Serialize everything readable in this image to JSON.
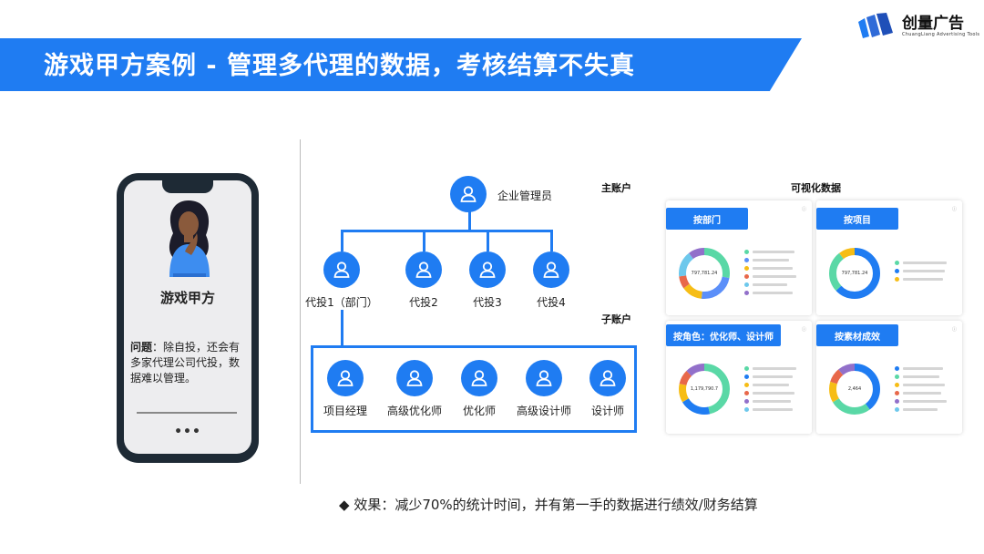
{
  "header": {
    "title": "游戏甲方案例 - 管理多代理的数据，考核结算不失真"
  },
  "logo": {
    "name": "创量广告",
    "sub": "ChuangLiang Advertising Tools"
  },
  "phone": {
    "person": "游戏甲方",
    "problem_label": "问题",
    "problem_text": "：除自投，还会有多家代理公司代投，数据难以管理。",
    "dots": "•••"
  },
  "org": {
    "admin": "企业管理员",
    "main_account": "主账户",
    "sub_account": "子账户",
    "agents": [
      "代投1（部门）",
      "代投2",
      "代投3",
      "代投4"
    ],
    "roles": [
      "项目经理",
      "高级优化师",
      "优化师",
      "高级设计师",
      "设计师"
    ]
  },
  "dashboard": {
    "title": "可视化数据",
    "cards": [
      {
        "tag": "按部门",
        "center": "797,781.24",
        "colors": [
          "#5ad8a6",
          "#5b8ff9",
          "#f6bd16",
          "#e8684a",
          "#6dc8ec",
          "#9270ca"
        ]
      },
      {
        "tag": "按项目",
        "center": "797,781.24",
        "colors": [
          "#5ad8a6",
          "#1f7cf2",
          "#f6bd16"
        ]
      },
      {
        "tag": "按角色：优化师、设计师",
        "center": "1,179,790.7",
        "colors": [
          "#5ad8a6",
          "#1f7cf2",
          "#f6bd16",
          "#e8684a",
          "#9270ca"
        ]
      },
      {
        "tag": "按素材成效",
        "center": "2,464",
        "colors": [
          "#5ad8a6",
          "#1f7cf2",
          "#f6bd16",
          "#e8684a",
          "#9270ca"
        ]
      }
    ]
  },
  "bottom": {
    "bullet": "◆",
    "text": "效果：减少70%的统计时间，并有第一手的数据进行绩效/财务结算"
  }
}
